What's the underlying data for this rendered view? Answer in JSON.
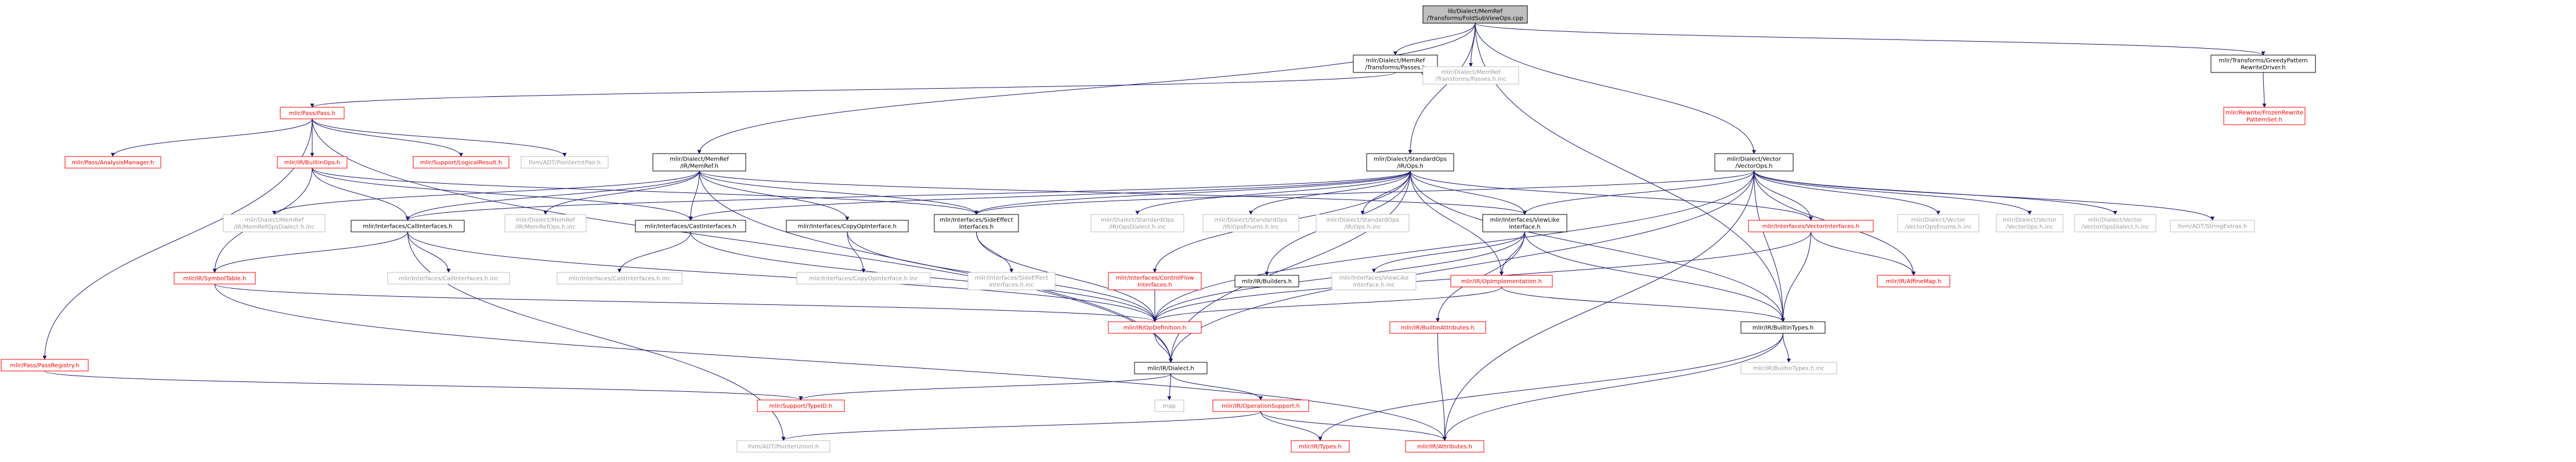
{
  "page": {
    "title": "lib/Dialect/MemRef/Transforms/FoldSubViewOps.cpp"
  },
  "colors": {
    "root_fill": "#bfbfbf",
    "documented_border": "#000000",
    "missing_border": "#ff0000",
    "external_border": "#bfbfbf",
    "edge": "#191970",
    "text_red": "#ff0000",
    "text_grey": "#9a9a9a"
  },
  "nodes": [
    {
      "id": "root",
      "kind": "root",
      "lines": [
        "lib/Dialect/MemRef",
        "/Transforms/FoldSubViewOps.cpp"
      ]
    },
    {
      "id": "memref_passes",
      "kind": "documented",
      "lines": [
        "mlir/Dialect/MemRef",
        "/Transforms/Passes.h"
      ]
    },
    {
      "id": "memref_passes_inc",
      "kind": "external",
      "lines": [
        "mlir/Dialect/MemRef",
        "/Transforms/Passes.h.inc"
      ]
    },
    {
      "id": "pass_h",
      "kind": "missing",
      "lines": [
        "mlir/Pass/Pass.h"
      ]
    },
    {
      "id": "analysis_manager",
      "kind": "missing",
      "lines": [
        "mlir/Pass/AnalysisManager.h"
      ]
    },
    {
      "id": "builtin_ops",
      "kind": "missing",
      "lines": [
        "mlir/IR/BuiltinOps.h"
      ]
    },
    {
      "id": "logical_result",
      "kind": "missing",
      "lines": [
        "mlir/Support/LogicalResult.h"
      ]
    },
    {
      "id": "pointer_int_pair",
      "kind": "external",
      "lines": [
        "llvm/ADT/PointerIntPair.h"
      ]
    },
    {
      "id": "pass_registry",
      "kind": "missing",
      "lines": [
        "mlir/Pass/PassRegistry.h"
      ]
    },
    {
      "id": "symbol_table",
      "kind": "missing",
      "lines": [
        "mlir/IR/SymbolTable.h"
      ]
    },
    {
      "id": "memref_h",
      "kind": "documented",
      "lines": [
        "mlir/Dialect/MemRef",
        "/IR/MemRef.h"
      ]
    },
    {
      "id": "memref_ops_dialect_inc",
      "kind": "external",
      "lines": [
        "mlir/Dialect/MemRef",
        "/IR/MemRefOpsDialect.h.inc"
      ]
    },
    {
      "id": "call_interfaces",
      "kind": "documented",
      "lines": [
        "mlir/Interfaces/CallInterfaces.h"
      ]
    },
    {
      "id": "memref_ops_inc",
      "kind": "external",
      "lines": [
        "mlir/Dialect/MemRef",
        "/IR/MemRefOps.h.inc"
      ]
    },
    {
      "id": "cast_interfaces",
      "kind": "documented",
      "lines": [
        "mlir/Interfaces/CastInterfaces.h"
      ]
    },
    {
      "id": "copy_op_interface",
      "kind": "documented",
      "lines": [
        "mlir/Interfaces/CopyOpInterface.h"
      ]
    },
    {
      "id": "side_effect_interfaces",
      "kind": "documented",
      "lines": [
        "mlir/Interfaces/SideEffect",
        "Interfaces.h"
      ]
    },
    {
      "id": "call_interfaces_inc",
      "kind": "external",
      "lines": [
        "mlir/Interfaces/CallInterfaces.h.inc"
      ]
    },
    {
      "id": "cast_interfaces_inc",
      "kind": "external",
      "lines": [
        "mlir/Interfaces/CastInterfaces.h.inc"
      ]
    },
    {
      "id": "copy_op_interface_inc",
      "kind": "external",
      "lines": [
        "mlir/Interfaces/CopyOpInterface.h.inc"
      ]
    },
    {
      "id": "side_effect_interfaces_inc",
      "kind": "external",
      "lines": [
        "mlir/Interfaces/SideEffect",
        "Interfaces.h.inc"
      ]
    },
    {
      "id": "standard_ops",
      "kind": "documented",
      "lines": [
        "mlir/Dialect/StandardOps",
        "/IR/Ops.h"
      ]
    },
    {
      "id": "std_ops_dialect_inc",
      "kind": "external",
      "lines": [
        "mlir/Dialect/StandardOps",
        "/IR/OpsDialect.h.inc"
      ]
    },
    {
      "id": "std_ops_enums_inc",
      "kind": "external",
      "lines": [
        "mlir/Dialect/StandardOps",
        "/IR/OpsEnums.h.inc"
      ]
    },
    {
      "id": "std_ops_inc",
      "kind": "external",
      "lines": [
        "mlir/Dialect/StandardOps",
        "/IR/Ops.h.inc"
      ]
    },
    {
      "id": "view_like_interface",
      "kind": "documented",
      "lines": [
        "mlir/Interfaces/ViewLike",
        "Interface.h"
      ]
    },
    {
      "id": "control_flow_interfaces",
      "kind": "missing",
      "lines": [
        "mlir/Interfaces/ControlFlow",
        "Interfaces.h"
      ]
    },
    {
      "id": "builders",
      "kind": "documented",
      "lines": [
        "mlir/IR/Builders.h"
      ]
    },
    {
      "id": "view_like_interface_inc",
      "kind": "external",
      "lines": [
        "mlir/Interfaces/ViewLike",
        "Interface.h.inc"
      ]
    },
    {
      "id": "op_implementation",
      "kind": "missing",
      "lines": [
        "mlir/IR/OpImplementation.h"
      ]
    },
    {
      "id": "builtin_attributes",
      "kind": "missing",
      "lines": [
        "mlir/IR/BuiltinAttributes.h"
      ]
    },
    {
      "id": "vector_interfaces",
      "kind": "missing",
      "lines": [
        "mlir/Interfaces/VectorInterfaces.h"
      ]
    },
    {
      "id": "vector_ops",
      "kind": "documented",
      "lines": [
        "mlir/Dialect/Vector",
        "/VectorOps.h"
      ]
    },
    {
      "id": "vector_ops_enums_inc",
      "kind": "external",
      "lines": [
        "mlir/Dialect/Vector",
        "/VectorOpsEnums.h.inc"
      ]
    },
    {
      "id": "vector_ops_inc",
      "kind": "external",
      "lines": [
        "mlir/Dialect/Vector",
        "/VectorOps.h.inc"
      ]
    },
    {
      "id": "vector_ops_dialect_inc",
      "kind": "external",
      "lines": [
        "mlir/Dialect/Vector",
        "/VectorOpsDialect.h.inc"
      ]
    },
    {
      "id": "string_extras",
      "kind": "external",
      "lines": [
        "llvm/ADT/StringExtras.h"
      ]
    },
    {
      "id": "affine_map",
      "kind": "missing",
      "lines": [
        "mlir/IR/AffineMap.h"
      ]
    },
    {
      "id": "op_definition",
      "kind": "missing",
      "lines": [
        "mlir/IR/OpDefinition.h"
      ]
    },
    {
      "id": "builtin_types",
      "kind": "documented",
      "lines": [
        "mlir/IR/BuiltinTypes.h"
      ]
    },
    {
      "id": "builtin_types_inc",
      "kind": "external",
      "lines": [
        "mlir/IR/BuiltinTypes.h.inc"
      ]
    },
    {
      "id": "dialect_h",
      "kind": "documented",
      "lines": [
        "mlir/IR/Dialect.h"
      ]
    },
    {
      "id": "map",
      "kind": "external",
      "lines": [
        "map"
      ]
    },
    {
      "id": "operation_support",
      "kind": "missing",
      "lines": [
        "mlir/IR/OperationSupport.h"
      ]
    },
    {
      "id": "type_id",
      "kind": "missing",
      "lines": [
        "mlir/Support/TypeID.h"
      ]
    },
    {
      "id": "pointer_union",
      "kind": "external",
      "lines": [
        "llvm/ADT/PointerUnion.h"
      ]
    },
    {
      "id": "types_h",
      "kind": "missing",
      "lines": [
        "mlir/IR/Types.h"
      ]
    },
    {
      "id": "attributes_h",
      "kind": "missing",
      "lines": [
        "mlir/IR/Attributes.h"
      ]
    },
    {
      "id": "greedy_driver",
      "kind": "documented",
      "lines": [
        "mlir/Transforms/GreedyPattern",
        "RewriteDriver.h"
      ]
    },
    {
      "id": "frozen_rewrite",
      "kind": "missing",
      "lines": [
        "mlir/Rewrite/FrozenRewrite",
        "PatternSet.h"
      ]
    }
  ],
  "edges": [
    [
      "root",
      "memref_passes"
    ],
    [
      "root",
      "memref_passes_inc"
    ],
    [
      "root",
      "memref_h"
    ],
    [
      "root",
      "standard_ops"
    ],
    [
      "root",
      "vector_ops"
    ],
    [
      "root",
      "builtin_types"
    ],
    [
      "root",
      "greedy_driver"
    ],
    [
      "memref_passes",
      "pass_h"
    ],
    [
      "memref_passes",
      "memref_passes_inc"
    ],
    [
      "pass_h",
      "analysis_manager"
    ],
    [
      "pass_h",
      "builtin_ops"
    ],
    [
      "pass_h",
      "logical_result"
    ],
    [
      "pass_h",
      "pointer_int_pair"
    ],
    [
      "pass_h",
      "pass_registry"
    ],
    [
      "pass_h",
      "dialect_h"
    ],
    [
      "builtin_ops",
      "symbol_table"
    ],
    [
      "builtin_ops",
      "call_interfaces"
    ],
    [
      "builtin_ops",
      "cast_interfaces"
    ],
    [
      "builtin_ops",
      "side_effect_interfaces"
    ],
    [
      "pass_registry",
      "type_id"
    ],
    [
      "symbol_table",
      "op_definition"
    ],
    [
      "symbol_table",
      "attributes_h"
    ],
    [
      "memref_h",
      "memref_ops_dialect_inc"
    ],
    [
      "memref_h",
      "call_interfaces"
    ],
    [
      "memref_h",
      "memref_ops_inc"
    ],
    [
      "memref_h",
      "cast_interfaces"
    ],
    [
      "memref_h",
      "copy_op_interface"
    ],
    [
      "memref_h",
      "side_effect_interfaces"
    ],
    [
      "memref_h",
      "view_like_interface"
    ],
    [
      "memref_h",
      "dialect_h"
    ],
    [
      "call_interfaces",
      "symbol_table"
    ],
    [
      "call_interfaces",
      "call_interfaces_inc"
    ],
    [
      "call_interfaces",
      "op_definition"
    ],
    [
      "call_interfaces",
      "pointer_union"
    ],
    [
      "cast_interfaces",
      "cast_interfaces_inc"
    ],
    [
      "cast_interfaces",
      "op_definition"
    ],
    [
      "copy_op_interface",
      "copy_op_interface_inc"
    ],
    [
      "copy_op_interface",
      "op_definition"
    ],
    [
      "side_effect_interfaces",
      "side_effect_interfaces_inc"
    ],
    [
      "side_effect_interfaces",
      "op_definition"
    ],
    [
      "standard_ops",
      "std_ops_dialect_inc"
    ],
    [
      "standard_ops",
      "std_ops_enums_inc"
    ],
    [
      "standard_ops",
      "std_ops_inc"
    ],
    [
      "standard_ops",
      "view_like_interface"
    ],
    [
      "standard_ops",
      "side_effect_interfaces"
    ],
    [
      "standard_ops",
      "call_interfaces"
    ],
    [
      "standard_ops",
      "cast_interfaces"
    ],
    [
      "standard_ops",
      "control_flow_interfaces"
    ],
    [
      "standard_ops",
      "builders"
    ],
    [
      "standard_ops",
      "vector_interfaces"
    ],
    [
      "standard_ops",
      "op_implementation"
    ],
    [
      "standard_ops",
      "builtin_types"
    ],
    [
      "standard_ops",
      "dialect_h"
    ],
    [
      "view_like_interface",
      "view_like_interface_inc"
    ],
    [
      "view_like_interface",
      "builtin_attributes"
    ],
    [
      "view_like_interface",
      "op_implementation"
    ],
    [
      "view_like_interface",
      "builtin_types"
    ],
    [
      "view_like_interface",
      "op_definition"
    ],
    [
      "control_flow_interfaces",
      "op_definition"
    ],
    [
      "op_implementation",
      "op_definition"
    ],
    [
      "op_implementation",
      "builtin_types"
    ],
    [
      "builtin_attributes",
      "attributes_h"
    ],
    [
      "vector_interfaces",
      "affine_map"
    ],
    [
      "vector_interfaces",
      "builtin_types"
    ],
    [
      "vector_interfaces",
      "op_definition"
    ],
    [
      "vector_ops",
      "side_effect_interfaces"
    ],
    [
      "vector_ops",
      "view_like_interface"
    ],
    [
      "vector_ops",
      "vector_interfaces"
    ],
    [
      "vector_ops",
      "vector_ops_enums_inc"
    ],
    [
      "vector_ops",
      "vector_ops_inc"
    ],
    [
      "vector_ops",
      "vector_ops_dialect_inc"
    ],
    [
      "vector_ops",
      "string_extras"
    ],
    [
      "vector_ops",
      "affine_map"
    ],
    [
      "vector_ops",
      "builtin_types"
    ],
    [
      "vector_ops",
      "op_definition"
    ],
    [
      "vector_ops",
      "dialect_h"
    ],
    [
      "vector_ops",
      "attributes_h"
    ],
    [
      "builtin_types",
      "builtin_types_inc"
    ],
    [
      "builtin_types",
      "types_h"
    ],
    [
      "builtin_types",
      "attributes_h"
    ],
    [
      "op_definition",
      "dialect_h"
    ],
    [
      "dialect_h",
      "map"
    ],
    [
      "dialect_h",
      "operation_support"
    ],
    [
      "dialect_h",
      "type_id"
    ],
    [
      "operation_support",
      "pointer_union"
    ],
    [
      "operation_support",
      "types_h"
    ],
    [
      "operation_support",
      "attributes_h"
    ],
    [
      "greedy_driver",
      "frozen_rewrite"
    ]
  ]
}
